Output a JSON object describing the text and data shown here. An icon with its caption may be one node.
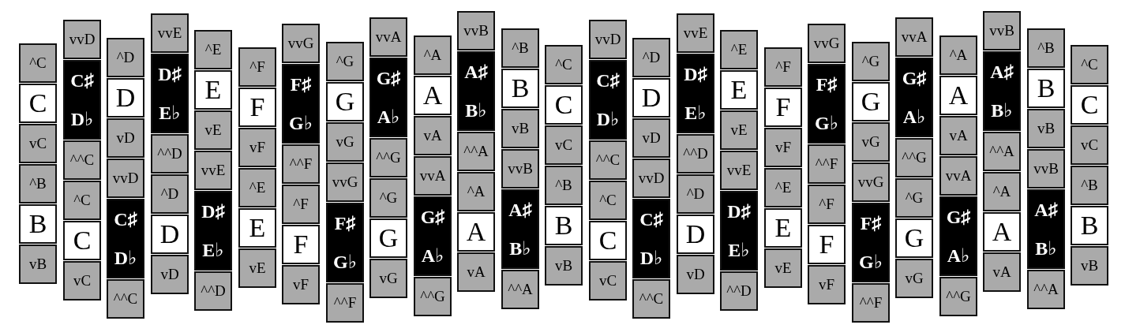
{
  "diagram": {
    "nodes": [
      {
        "text": [
          "^C"
        ]
      },
      {
        "text": [
          "C"
        ]
      },
      {
        "text": [
          "vC"
        ]
      },
      {
        "text": [
          "^B"
        ]
      },
      {
        "text": [
          "B"
        ]
      },
      {
        "text": [
          "vB"
        ]
      },
      {
        "text": [
          "vvD"
        ]
      },
      {
        "text": [
          "C♯",
          "D♭"
        ]
      },
      {
        "text": [
          "^^C"
        ]
      },
      {
        "text": [
          "^C"
        ]
      },
      {
        "text": [
          "C"
        ]
      },
      {
        "text": [
          "vC"
        ]
      },
      {
        "text": [
          "^D"
        ]
      },
      {
        "text": [
          "D"
        ]
      },
      {
        "text": [
          "vD"
        ]
      },
      {
        "text": [
          "vvD"
        ]
      },
      {
        "text": [
          "C♯",
          "D♭"
        ]
      },
      {
        "text": [
          "^^C"
        ]
      },
      {
        "text": [
          "vvE"
        ]
      },
      {
        "text": [
          "D♯",
          "E♭"
        ]
      },
      {
        "text": [
          "^^D"
        ]
      },
      {
        "text": [
          "^D"
        ]
      },
      {
        "text": [
          "D"
        ]
      },
      {
        "text": [
          "vD"
        ]
      },
      {
        "text": [
          "^E"
        ]
      },
      {
        "text": [
          "E"
        ]
      },
      {
        "text": [
          "vE"
        ]
      },
      {
        "text": [
          "vvE"
        ]
      },
      {
        "text": [
          "D♯",
          "E♭"
        ]
      },
      {
        "text": [
          "^^D"
        ]
      },
      {
        "text": [
          "^F"
        ]
      },
      {
        "text": [
          "F"
        ]
      },
      {
        "text": [
          "vF"
        ]
      },
      {
        "text": [
          "^E"
        ]
      },
      {
        "text": [
          "E"
        ]
      },
      {
        "text": [
          "vE"
        ]
      },
      {
        "text": [
          "vvG"
        ]
      },
      {
        "text": [
          "F♯",
          "G♭"
        ]
      },
      {
        "text": [
          "^^F"
        ]
      },
      {
        "text": [
          "^F"
        ]
      },
      {
        "text": [
          "F"
        ]
      },
      {
        "text": [
          "vF"
        ]
      },
      {
        "text": [
          "^G"
        ]
      },
      {
        "text": [
          "G"
        ]
      },
      {
        "text": [
          "vG"
        ]
      },
      {
        "text": [
          "vvG"
        ]
      },
      {
        "text": [
          "F♯",
          "G♭"
        ]
      },
      {
        "text": [
          "^^F"
        ]
      },
      {
        "text": [
          "vvA"
        ]
      },
      {
        "text": [
          "G♯",
          "A♭"
        ]
      },
      {
        "text": [
          "^^G"
        ]
      },
      {
        "text": [
          "^G"
        ]
      },
      {
        "text": [
          "G"
        ]
      },
      {
        "text": [
          "vG"
        ]
      },
      {
        "text": [
          "^A"
        ]
      },
      {
        "text": [
          "A"
        ]
      },
      {
        "text": [
          "vA"
        ]
      },
      {
        "text": [
          "vvA"
        ]
      },
      {
        "text": [
          "G♯",
          "A♭"
        ]
      },
      {
        "text": [
          "^^G"
        ]
      },
      {
        "text": [
          "vvB"
        ]
      },
      {
        "text": [
          "A♯",
          "B♭"
        ]
      },
      {
        "text": [
          "^^A"
        ]
      },
      {
        "text": [
          "^A"
        ]
      },
      {
        "text": [
          "A"
        ]
      },
      {
        "text": [
          "vA"
        ]
      },
      {
        "text": [
          "^B"
        ]
      },
      {
        "text": [
          "B"
        ]
      },
      {
        "text": [
          "vB"
        ]
      },
      {
        "text": [
          "vvB"
        ]
      },
      {
        "text": [
          "A♯",
          "B♭"
        ]
      },
      {
        "text": [
          "^^A"
        ]
      },
      {
        "text": [
          "^C"
        ]
      },
      {
        "text": [
          "C"
        ]
      },
      {
        "text": [
          "vC"
        ]
      },
      {
        "text": [
          "^B"
        ]
      },
      {
        "text": [
          "B"
        ]
      },
      {
        "text": [
          "vB"
        ]
      },
      {
        "text": [
          "vvD"
        ]
      },
      {
        "text": [
          "C♯",
          "D♭"
        ]
      },
      {
        "text": [
          "^^C"
        ]
      },
      {
        "text": [
          "^C"
        ]
      },
      {
        "text": [
          "C"
        ]
      },
      {
        "text": [
          "vC"
        ]
      },
      {
        "text": [
          "^D"
        ]
      },
      {
        "text": [
          "D"
        ]
      },
      {
        "text": [
          "vD"
        ]
      },
      {
        "text": [
          "vvD"
        ]
      },
      {
        "text": [
          "C♯",
          "D♭"
        ]
      },
      {
        "text": [
          "^^C"
        ]
      },
      {
        "text": [
          "vvE"
        ]
      },
      {
        "text": [
          "D♯",
          "E♭"
        ]
      },
      {
        "text": [
          "^^D"
        ]
      },
      {
        "text": [
          "^D"
        ]
      },
      {
        "text": [
          "D"
        ]
      },
      {
        "text": [
          "vD"
        ]
      },
      {
        "text": [
          "^E"
        ]
      },
      {
        "text": [
          "E"
        ]
      },
      {
        "text": [
          "vE"
        ]
      },
      {
        "text": [
          "vvE"
        ]
      },
      {
        "text": [
          "D♯",
          "E♭"
        ]
      },
      {
        "text": [
          "^^D"
        ]
      },
      {
        "text": [
          "^F"
        ]
      },
      {
        "text": [
          "F"
        ]
      },
      {
        "text": [
          "vF"
        ]
      },
      {
        "text": [
          "^E"
        ]
      },
      {
        "text": [
          "E"
        ]
      },
      {
        "text": [
          "vE"
        ]
      },
      {
        "text": [
          "vvG"
        ]
      },
      {
        "text": [
          "F♯",
          "G♭"
        ]
      },
      {
        "text": [
          "^^F"
        ]
      },
      {
        "text": [
          "^F"
        ]
      },
      {
        "text": [
          "F"
        ]
      },
      {
        "text": [
          "vF"
        ]
      },
      {
        "text": [
          "^G"
        ]
      },
      {
        "text": [
          "G"
        ]
      },
      {
        "text": [
          "vG"
        ]
      },
      {
        "text": [
          "vvG"
        ]
      },
      {
        "text": [
          "F♯",
          "G♭"
        ]
      },
      {
        "text": [
          "^^F"
        ]
      },
      {
        "text": [
          "vvA"
        ]
      },
      {
        "text": [
          "G♯",
          "A♭"
        ]
      },
      {
        "text": [
          "^^G"
        ]
      },
      {
        "text": [
          "^G"
        ]
      },
      {
        "text": [
          "G"
        ]
      },
      {
        "text": [
          "vG"
        ]
      },
      {
        "text": [
          "^A"
        ]
      },
      {
        "text": [
          "A"
        ]
      },
      {
        "text": [
          "vA"
        ]
      },
      {
        "text": [
          "vvA"
        ]
      },
      {
        "text": [
          "G♯",
          "A♭"
        ]
      },
      {
        "text": [
          "^^G"
        ]
      },
      {
        "text": [
          "vvB"
        ]
      },
      {
        "text": [
          "A♯",
          "B♭"
        ]
      },
      {
        "text": [
          "^^A"
        ]
      },
      {
        "text": [
          "^A"
        ]
      },
      {
        "text": [
          "A"
        ]
      },
      {
        "text": [
          "vA"
        ]
      },
      {
        "text": [
          "^B"
        ]
      },
      {
        "text": [
          "B"
        ]
      },
      {
        "text": [
          "vB"
        ]
      },
      {
        "text": [
          "vvB"
        ]
      },
      {
        "text": [
          "A♯",
          "B♭"
        ]
      },
      {
        "text": [
          "^^A"
        ]
      },
      {
        "text": [
          "^C"
        ]
      },
      {
        "text": [
          "C"
        ]
      },
      {
        "text": [
          "vC"
        ]
      },
      {
        "text": [
          "^B"
        ]
      },
      {
        "text": [
          "B"
        ]
      },
      {
        "text": [
          "vB"
        ]
      }
    ]
  }
}
